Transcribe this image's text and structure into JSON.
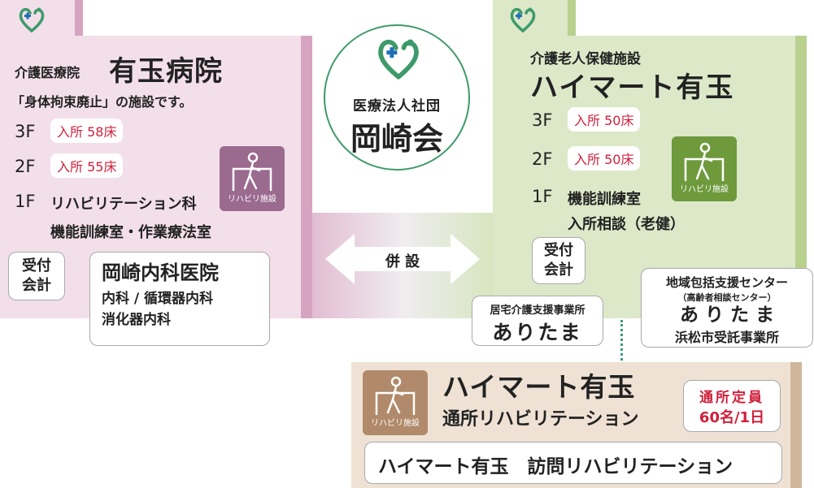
{
  "org": {
    "type": "医療法人社団",
    "name": "岡崎会"
  },
  "hospital": {
    "kind": "介護医療院",
    "name": "有玉病院",
    "note": "「身体拘束廃止」の施設です。",
    "floors": [
      {
        "floor": "3F",
        "text": "入所 58床"
      },
      {
        "floor": "2F",
        "text": "入所 55床"
      },
      {
        "floor": "1F",
        "text": "リハビリテーション科"
      }
    ],
    "floor1_sub": "機能訓練室・作業療法室",
    "reception": [
      "受付",
      "会計"
    ],
    "clinic": {
      "name": "岡崎内科医院",
      "line1": "内科 / 循環器内科",
      "line2": "消化器内科"
    }
  },
  "center_label": "併 設",
  "rehab_badge": "リハビリ施設",
  "elderly": {
    "kind": "介護老人保健施設",
    "name": "ハイマート有玉",
    "floors": [
      {
        "floor": "3F",
        "text": "入所 50床"
      },
      {
        "floor": "2F",
        "text": "入所 50床"
      },
      {
        "floor": "1F",
        "text": "機能訓練室"
      }
    ],
    "floor1_sub": "入所相談（老健）",
    "reception": [
      "受付",
      "会計"
    ]
  },
  "home_care": {
    "label": "居宅介護支援事業所",
    "name": "ありたま"
  },
  "regional": {
    "label": "地域包括支援センター",
    "sub": "（高齢者相談センター）",
    "name": "あ り た ま",
    "office": "浜松市受託事業所"
  },
  "day_rehab": {
    "name": "ハイマート有玉",
    "service": "通所リハビリテーション",
    "capacity_label": "通所定員",
    "capacity": "60名/1日",
    "visit": "ハイマート有玉　訪問リハビリテーション"
  },
  "colors": {
    "pink": "#f3dfe9",
    "green": "#dde8c9",
    "tan": "#efe2d5",
    "brand_green": "#3e9a6a",
    "brand_blue": "#1e6fb8",
    "accent_red": "#d0203c"
  }
}
